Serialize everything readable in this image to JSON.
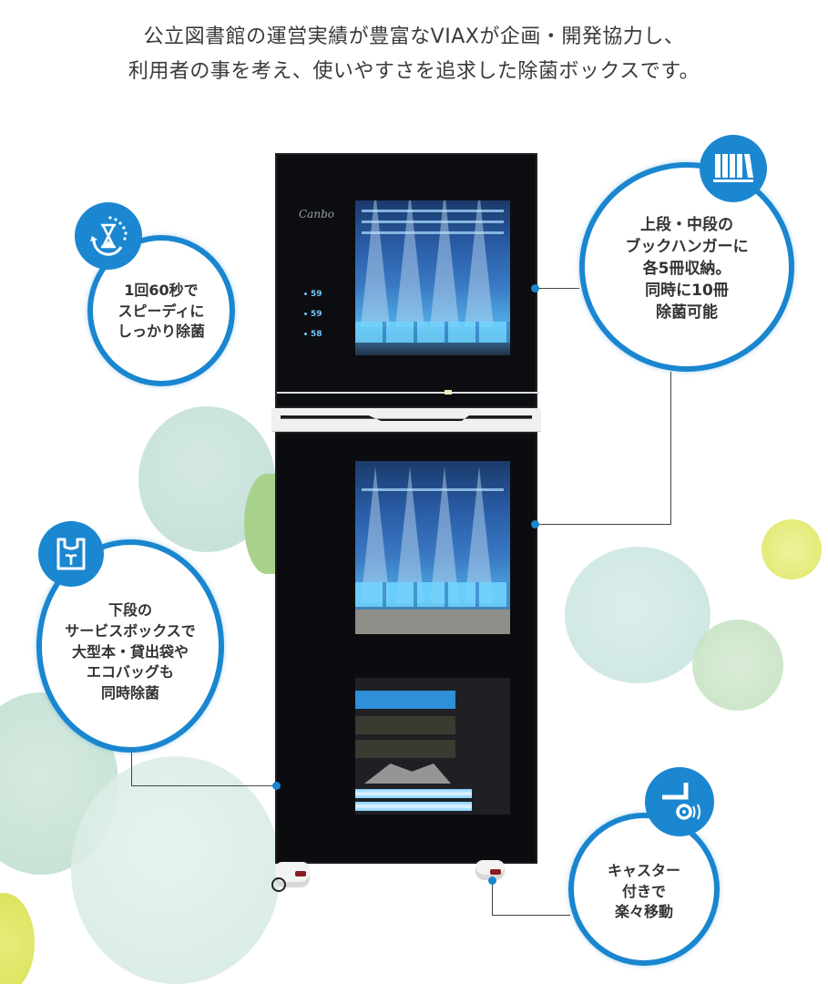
{
  "headline": {
    "line1": "公立図書館の運営実績が豊富なVIAXが企画・開発協力し、",
    "line2": "利用者の事を考え、使いやすさを追求した除菌ボックスです。"
  },
  "product": {
    "brand_logo": "Canbo",
    "display_readouts": [
      "59",
      "59",
      "58"
    ]
  },
  "callouts": [
    {
      "id": "speed",
      "icon": "hourglass-icon",
      "lines": [
        "1回60秒で",
        "スピーディに",
        "しっかり除菌"
      ]
    },
    {
      "id": "capacity",
      "icon": "books-icon",
      "lines": [
        "上段・中段の",
        "ブックハンガーに",
        "各5冊収納。",
        "同時に10冊",
        "除菌可能"
      ]
    },
    {
      "id": "service-box",
      "icon": "bag-icon",
      "lines": [
        "下段の",
        "サービスボックスで",
        "大型本・貸出袋や",
        "エコバッグも",
        "同時除菌"
      ]
    },
    {
      "id": "casters",
      "icon": "caster-icon",
      "lines": [
        "キャスター",
        "付きで",
        "楽々移動"
      ]
    }
  ],
  "colors": {
    "accent_blue": "#1a86cf",
    "text": "#333333",
    "cabinet": "#0c0d10"
  }
}
